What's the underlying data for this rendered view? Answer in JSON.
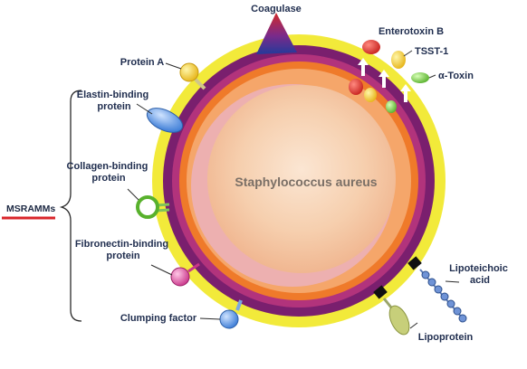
{
  "diagram": {
    "organism_label": "Staphylococcus aureus",
    "group_label": "MSRAMMs",
    "surface_proteins": [
      {
        "label": "Protein A"
      },
      {
        "label_lines": [
          "Elastin-binding",
          "protein"
        ]
      },
      {
        "label_lines": [
          "Collagen-binding",
          "protein"
        ]
      },
      {
        "label_lines": [
          "Fibronectin-binding",
          "protein"
        ]
      },
      {
        "label": "Clumping factor"
      }
    ],
    "secreted_factors": {
      "coagulase": "Coagulase",
      "enterotoxin": "Enterotoxin B",
      "tsst": "TSST-1",
      "alpha_toxin": "α-Toxin"
    },
    "envelope_components": {
      "lipoteichoic_lines": [
        "Lipoteichoic",
        "acid"
      ],
      "lipoprotein": "Lipoprotein"
    },
    "colors": {
      "outer_ring": "#f2ea3a",
      "purple_ring": "#7a1f6e",
      "magenta_ring": "#b2337c",
      "orange_ring": "#ef7a2a",
      "core": "#f7d3b4",
      "underline": "#d9252a"
    }
  }
}
